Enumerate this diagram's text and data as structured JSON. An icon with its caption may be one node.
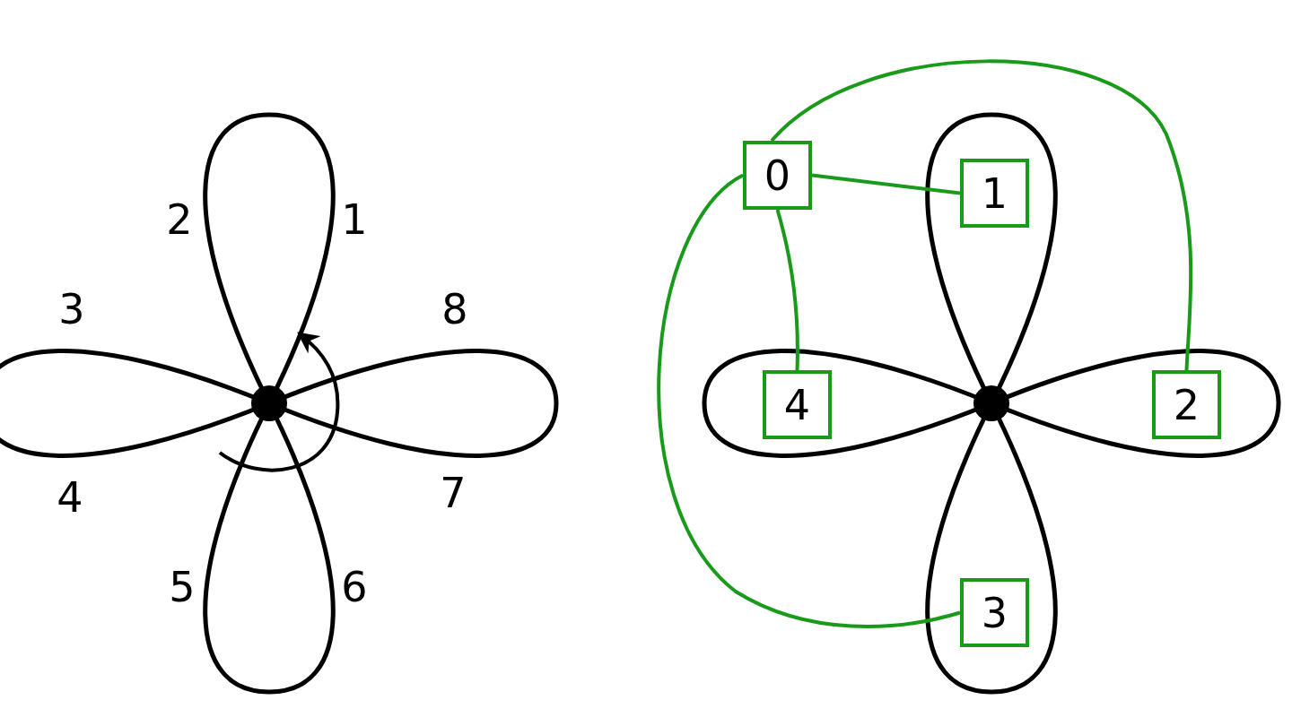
{
  "diagram": {
    "nodes": [
      {
        "text": [
          "0"
        ]
      },
      {
        "text": [
          "1"
        ]
      },
      {
        "text": [
          "4"
        ]
      },
      {
        "text": [
          "2"
        ]
      },
      {
        "text": [
          "3"
        ]
      }
    ],
    "edges": [
      {
        "from": 0,
        "to": 1,
        "arrow": "none"
      },
      {
        "from": 0,
        "to": 3,
        "arrow": "none"
      },
      {
        "from": 0,
        "to": 4,
        "arrow": "none"
      },
      {
        "from": 0,
        "to": 2,
        "arrow": "none"
      }
    ],
    "labels": [
      "2",
      "1",
      "3",
      "8",
      "4",
      "7",
      "5",
      "6"
    ]
  }
}
